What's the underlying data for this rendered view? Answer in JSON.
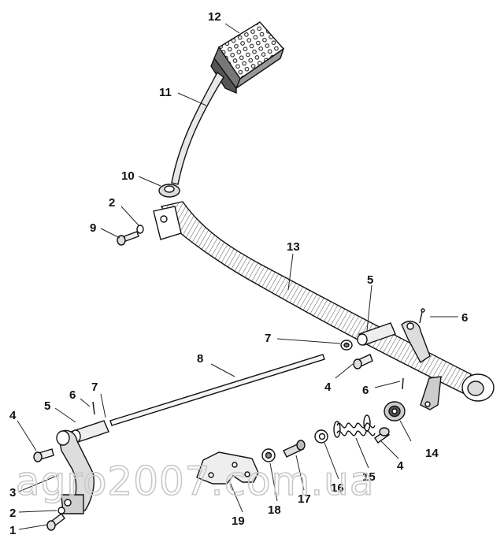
{
  "watermark": "agro2007.com.ua",
  "callouts": [
    "1",
    "2",
    "3",
    "4",
    "5",
    "6",
    "7",
    "8",
    "9",
    "10",
    "11",
    "12",
    "13",
    "14",
    "15",
    "16",
    "17",
    "18",
    "19"
  ],
  "colors": {
    "ink": "#111111",
    "fill": "#ffffff",
    "shade": "#bdbdbd",
    "watermark": "#c9c9c9"
  }
}
